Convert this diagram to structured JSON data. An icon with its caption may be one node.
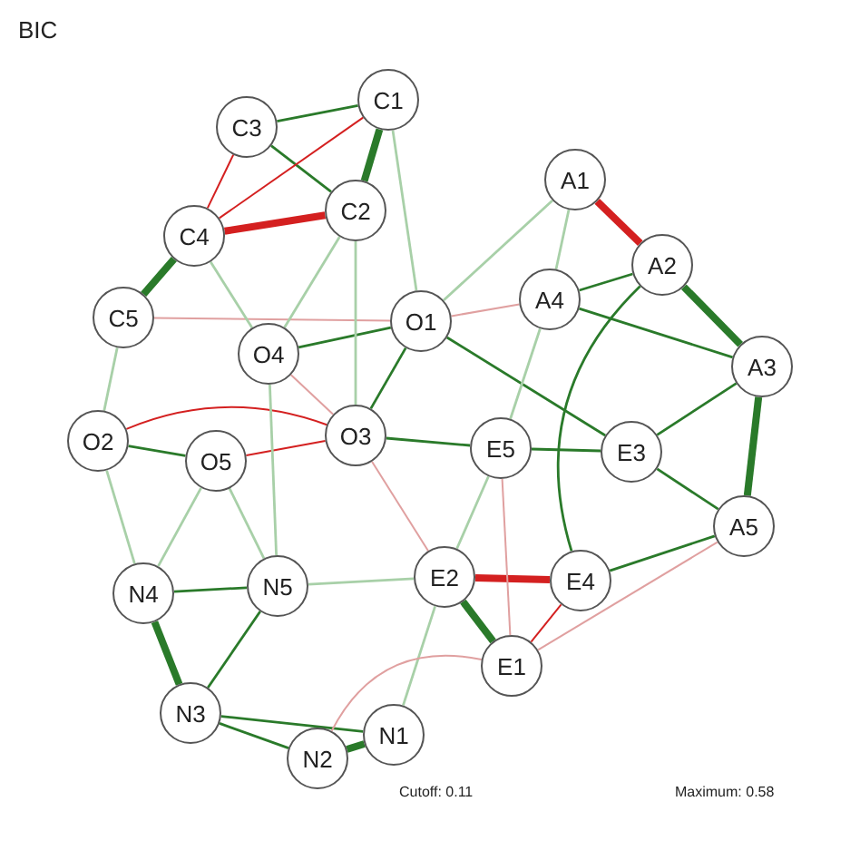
{
  "diagram": {
    "title": "BIC",
    "nodes": [
      {
        "text": [
          "C1"
        ]
      },
      {
        "text": [
          "C3"
        ]
      },
      {
        "text": [
          "A1"
        ]
      },
      {
        "text": [
          "C2"
        ]
      },
      {
        "text": [
          "C4"
        ]
      },
      {
        "text": [
          "A2"
        ]
      },
      {
        "text": [
          "A4"
        ]
      },
      {
        "text": [
          "C5"
        ]
      },
      {
        "text": [
          "O1"
        ]
      },
      {
        "text": [
          "O4"
        ]
      },
      {
        "text": [
          "A3"
        ]
      },
      {
        "text": [
          "O3"
        ]
      },
      {
        "text": [
          "O2"
        ]
      },
      {
        "text": [
          "E5"
        ]
      },
      {
        "text": [
          "E3"
        ]
      },
      {
        "text": [
          "O5"
        ]
      },
      {
        "text": [
          "A5"
        ]
      },
      {
        "text": [
          "N5"
        ]
      },
      {
        "text": [
          "E2"
        ]
      },
      {
        "text": [
          "E4"
        ]
      },
      {
        "text": [
          "N4"
        ]
      },
      {
        "text": [
          "E1"
        ]
      },
      {
        "text": [
          "N3"
        ]
      },
      {
        "text": [
          "N1"
        ]
      },
      {
        "text": [
          "N2"
        ]
      }
    ],
    "edges": [
      {
        "from": 0,
        "to": 3,
        "arrow": "none",
        "style": "thick"
      },
      {
        "from": 4,
        "to": 7,
        "arrow": "none",
        "style": "thick"
      },
      {
        "from": 5,
        "to": 10,
        "arrow": "none",
        "style": "thick"
      },
      {
        "from": 10,
        "to": 16,
        "arrow": "none",
        "style": "thick"
      },
      {
        "from": 20,
        "to": 22,
        "arrow": "none",
        "style": "thick"
      },
      {
        "from": 23,
        "to": 24,
        "arrow": "none",
        "style": "thick"
      },
      {
        "from": 18,
        "to": 21,
        "arrow": "none",
        "style": "thick"
      },
      {
        "from": 3,
        "to": 4,
        "arrow": "none",
        "style": "thick",
        "color": "#d42020"
      },
      {
        "from": 2,
        "to": 5,
        "arrow": "none",
        "style": "thick",
        "color": "#d42020"
      },
      {
        "from": 18,
        "to": 19,
        "arrow": "none",
        "style": "thick",
        "color": "#d42020"
      },
      {
        "from": 1,
        "to": 3,
        "arrow": "none"
      },
      {
        "from": 16,
        "to": 19,
        "arrow": "none"
      },
      {
        "from": 14,
        "to": 16,
        "arrow": "none"
      },
      {
        "from": 10,
        "to": 14,
        "arrow": "none"
      },
      {
        "from": 8,
        "to": 14,
        "arrow": "none"
      },
      {
        "from": 13,
        "to": 14,
        "arrow": "none"
      },
      {
        "from": 11,
        "to": 13,
        "arrow": "none"
      },
      {
        "from": 12,
        "to": 15,
        "arrow": "none"
      },
      {
        "from": 22,
        "to": 24,
        "arrow": "none"
      },
      {
        "from": 22,
        "to": 23,
        "arrow": "none"
      },
      {
        "from": 20,
        "to": 17,
        "arrow": "none"
      },
      {
        "from": 17,
        "to": 22,
        "arrow": "none"
      },
      {
        "from": 8,
        "to": 11,
        "arrow": "none"
      },
      {
        "from": 9,
        "to": 8,
        "arrow": "none"
      },
      {
        "from": 6,
        "to": 5,
        "arrow": "none"
      },
      {
        "from": 1,
        "to": 0,
        "arrow": "none"
      },
      {
        "from": 6,
        "to": 10,
        "arrow": "none"
      },
      {
        "from": 5,
        "to": 19,
        "arrow": "none"
      },
      {
        "from": 0,
        "to": 4,
        "arrow": "none",
        "color": "#d42020"
      },
      {
        "from": 21,
        "to": 19,
        "arrow": "none",
        "color": "#d42020"
      },
      {
        "from": 12,
        "to": 11,
        "arrow": "none",
        "color": "#d42020"
      },
      {
        "from": 15,
        "to": 11,
        "arrow": "none",
        "color": "#d42020"
      },
      {
        "from": 1,
        "to": 4,
        "arrow": "none",
        "color": "#d42020"
      },
      {
        "from": 7,
        "to": 8,
        "arrow": "none",
        "color": "#e0a0a0"
      },
      {
        "from": 8,
        "to": 6,
        "arrow": "none",
        "color": "#e0a0a0"
      },
      {
        "from": 0,
        "to": 8,
        "arrow": "none",
        "color": "#a8d0a8"
      },
      {
        "from": 3,
        "to": 11,
        "arrow": "none",
        "color": "#a8d0a8"
      },
      {
        "from": 7,
        "to": 12,
        "arrow": "none",
        "color": "#a8d0a8"
      },
      {
        "from": 12,
        "to": 20,
        "arrow": "none",
        "color": "#a8d0a8"
      },
      {
        "from": 9,
        "to": 17,
        "arrow": "none",
        "color": "#a8d0a8"
      },
      {
        "from": 15,
        "to": 20,
        "arrow": "none",
        "color": "#a8d0a8"
      },
      {
        "from": 17,
        "to": 18,
        "arrow": "none",
        "color": "#a8d0a8"
      },
      {
        "from": 13,
        "to": 21,
        "arrow": "none",
        "color": "#e0a0a0"
      },
      {
        "from": 6,
        "to": 13,
        "arrow": "none",
        "color": "#a8d0a8"
      },
      {
        "from": 2,
        "to": 6,
        "arrow": "none",
        "color": "#a8d0a8"
      },
      {
        "from": 2,
        "to": 8,
        "arrow": "none",
        "color": "#a8d0a8"
      },
      {
        "from": 3,
        "to": 9,
        "arrow": "none",
        "color": "#a8d0a8"
      },
      {
        "from": 4,
        "to": 9,
        "arrow": "none",
        "color": "#a8d0a8"
      },
      {
        "from": 13,
        "to": 18,
        "arrow": "none",
        "color": "#a8d0a8"
      },
      {
        "from": 18,
        "to": 23,
        "arrow": "none",
        "color": "#a8d0a8"
      },
      {
        "from": 15,
        "to": 17,
        "arrow": "none",
        "color": "#a8d0a8"
      },
      {
        "from": 24,
        "to": 21,
        "arrow": "none",
        "color": "#e0a0a0"
      },
      {
        "from": 16,
        "to": 21,
        "arrow": "none",
        "color": "#e0a0a0"
      },
      {
        "from": 11,
        "to": 18,
        "arrow": "none",
        "color": "#e0a0a0"
      },
      {
        "from": 9,
        "to": 11,
        "arrow": "none",
        "color": "#e0a0a0"
      }
    ],
    "labels": [
      "Cutoff: 0.11",
      "Maximum: 0.58"
    ]
  }
}
